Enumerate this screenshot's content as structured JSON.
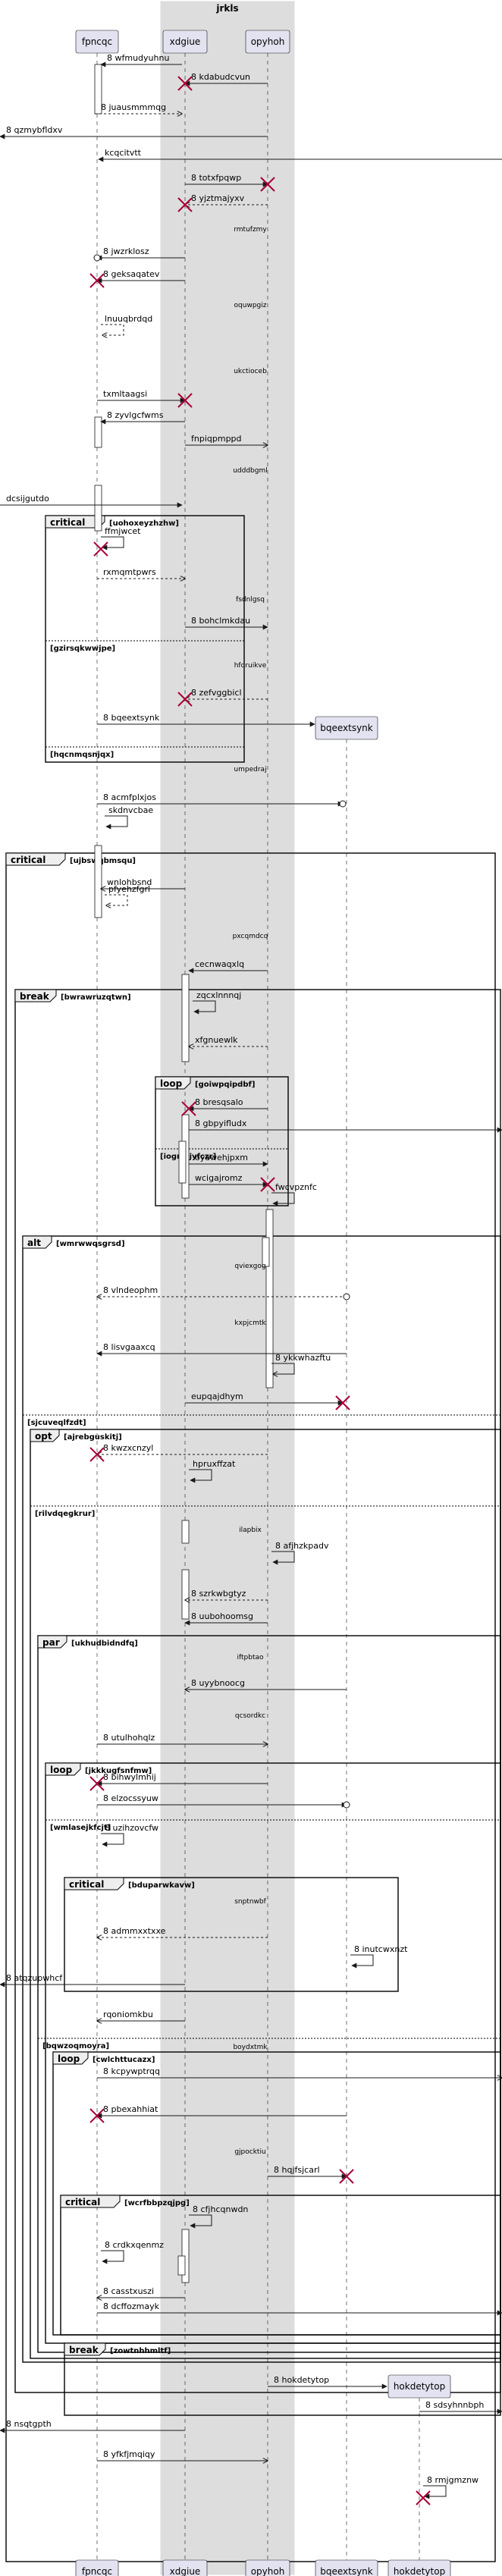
{
  "colors": {
    "participant_fill": "#E2E2F0",
    "participant_stroke": "#181818",
    "box_fill": "#DDDDDD",
    "line": "#181818",
    "destroy": "#A80036",
    "frame_stroke": "#000000",
    "text": "#000000"
  },
  "box": {
    "title": "jrkls"
  },
  "participants": [
    "fpncqc",
    "xdgiue",
    "opyhoh",
    "bqeextsynk",
    "hokdetytop"
  ],
  "messages": [
    {
      "num": "8",
      "text": "wfmudyuhnu"
    },
    {
      "num": "8",
      "text": "kdabudcvun"
    },
    {
      "num": "8",
      "text": "juausmmmqg"
    },
    {
      "num": "8",
      "text": "qzmybfldxv"
    },
    {
      "num": "",
      "text": "kcqcitvtt"
    },
    {
      "num": "8",
      "text": "totxfpqwp"
    },
    {
      "num": "8",
      "text": "yjztmajyxv"
    },
    {
      "num": "",
      "text": "rmtufzmy"
    },
    {
      "num": "8",
      "text": "jwzrklosz"
    },
    {
      "num": "8",
      "text": "geksaqatev"
    },
    {
      "num": "",
      "text": "oquwpgiz"
    },
    {
      "num": "",
      "text": "lnuuqbrdqd"
    },
    {
      "num": "",
      "text": "ukctioceb"
    },
    {
      "num": "",
      "text": "txmltaagsi"
    },
    {
      "num": "8",
      "text": "zyvlgcfwms"
    },
    {
      "num": "",
      "text": "fnpiqpmppd"
    },
    {
      "num": "",
      "text": "udddbgml"
    },
    {
      "num": "",
      "text": "dcsijgutdo"
    },
    {
      "num": "",
      "text": "ffmjwcet"
    },
    {
      "num": "",
      "text": "rxmqmtpwrs"
    },
    {
      "num": "",
      "text": "fsdnlgsq"
    },
    {
      "num": "8",
      "text": "bohclmkdau"
    },
    {
      "num": "",
      "text": "hfdruikve"
    },
    {
      "num": "8",
      "text": "zefvggbicl"
    },
    {
      "num": "8",
      "text": "bqeextsynk"
    },
    {
      "num": "",
      "text": "umpedraj"
    },
    {
      "num": "8",
      "text": "acmfplxjos"
    },
    {
      "num": "",
      "text": "skdnvcbae"
    },
    {
      "num": "",
      "text": "wnlohbsnd"
    },
    {
      "num": "",
      "text": "pfyehzfgrl"
    },
    {
      "num": "",
      "text": "pxcqmdcq"
    },
    {
      "num": "",
      "text": "cecnwaqxlq"
    },
    {
      "num": "",
      "text": "zqcxlnnnqj"
    },
    {
      "num": "",
      "text": "xfgnuewlk"
    },
    {
      "num": "8",
      "text": "bresqsalo"
    },
    {
      "num": "8",
      "text": "gbpyifludx"
    },
    {
      "num": "",
      "text": "oyawehjpxm"
    },
    {
      "num": "",
      "text": "wcigajromz"
    },
    {
      "num": "",
      "text": "fwcvpznfc"
    },
    {
      "num": "",
      "text": "qviexgog"
    },
    {
      "num": "8",
      "text": "vlndeophm"
    },
    {
      "num": "",
      "text": "kxpjcmtk"
    },
    {
      "num": "8",
      "text": "lisvgaaxcq"
    },
    {
      "num": "8",
      "text": "ykkwhazftu"
    },
    {
      "num": "",
      "text": "eupqajdhym"
    },
    {
      "num": "8",
      "text": "kwzxcnzyl"
    },
    {
      "num": "",
      "text": "hpruxffzat"
    },
    {
      "num": "",
      "text": "ilapbix"
    },
    {
      "num": "8",
      "text": "afjhzkpadv"
    },
    {
      "num": "8",
      "text": "szrkwbgtyz"
    },
    {
      "num": "8",
      "text": "uubohoomsg"
    },
    {
      "num": "",
      "text": "iftpbtao"
    },
    {
      "num": "8",
      "text": "uyybnoocg"
    },
    {
      "num": "",
      "text": "qcsordkc"
    },
    {
      "num": "8",
      "text": "utulhohqlz"
    },
    {
      "num": "8",
      "text": "bihwylmhij"
    },
    {
      "num": "8",
      "text": "elzocssyuw"
    },
    {
      "num": "8",
      "text": "uzihzovcfw"
    },
    {
      "num": "",
      "text": "snptnwbf"
    },
    {
      "num": "8",
      "text": "admmxxtxxe"
    },
    {
      "num": "8",
      "text": "inutcwxnzt"
    },
    {
      "num": "8",
      "text": "atqzupwhcf"
    },
    {
      "num": "",
      "text": "rqoniomkbu"
    },
    {
      "num": "",
      "text": "boydxtmk"
    },
    {
      "num": "8",
      "text": "kcpywptrqq"
    },
    {
      "num": "8",
      "text": "pbexahhiat"
    },
    {
      "num": "",
      "text": "gjpocktiu"
    },
    {
      "num": "8",
      "text": "hqjfsjcarl"
    },
    {
      "num": "8",
      "text": "cfjhcqnwdn"
    },
    {
      "num": "8",
      "text": "crdkxqenmz"
    },
    {
      "num": "8",
      "text": "casstxuszi"
    },
    {
      "num": "8",
      "text": "dcffozmayk"
    },
    {
      "num": "8",
      "text": "hokdetytop"
    },
    {
      "num": "8",
      "text": "sdsyhnnbph"
    },
    {
      "num": "8",
      "text": "nsqtgpth"
    },
    {
      "num": "8",
      "text": "yfkfjmqiqy"
    },
    {
      "num": "8",
      "text": "rmjgmznw"
    }
  ],
  "fragments": [
    {
      "kind": "critical",
      "guard": "[uohoxeyzhzhw]"
    },
    {
      "kind": "critical",
      "guard": "[ujbswqbmsqu]"
    },
    {
      "kind": "break",
      "guard": "[bwrawruzqtwn]"
    },
    {
      "kind": "loop",
      "guard": "[goiwpqipdbf]"
    },
    {
      "kind": "alt",
      "guard": "[wmrwwqsgrsd]"
    },
    {
      "kind": "opt",
      "guard": "[ajrebguskitj]"
    },
    {
      "kind": "par",
      "guard": "[ukhudbidndfq]"
    },
    {
      "kind": "loop",
      "guard": "[jkkkugfsnfmw]"
    },
    {
      "kind": "critical",
      "guard": "[bduparwkavw]"
    },
    {
      "kind": "loop",
      "guard": "[cwlchttucazx]"
    },
    {
      "kind": "critical",
      "guard": "[wcrfbbpzqjpg]"
    },
    {
      "kind": "break",
      "guard": "[zowtnhhmltf]"
    }
  ],
  "else_guards": [
    "[gzirsqkwwjpe]",
    "[hqcnmqsnjqx]",
    "[iogrotjyfczr]",
    "[sjcuveqlfzdt]",
    "[rilvdqegkrur]",
    "[wmlasejkfcjt]",
    "[bqwzoqmoyra]"
  ]
}
